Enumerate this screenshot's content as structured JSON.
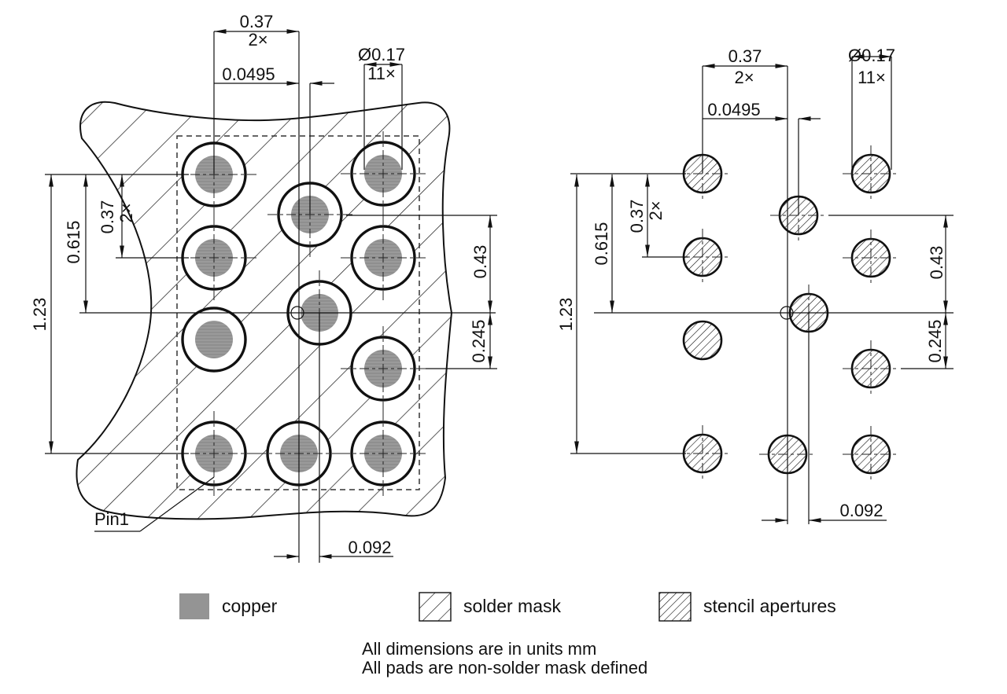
{
  "dims": {
    "col_pitch": "0.37",
    "col_pitch_qty": "2×",
    "aperture_dia": "Ø0.17",
    "aperture_qty": "11×",
    "top_offset": "0.0495",
    "row_pitch": "0.37",
    "row_pitch_qty": "2×",
    "half_span": "0.615",
    "full_span": "1.23",
    "upper_offset": "0.43",
    "lower_offset": "0.245",
    "bottom_offset": "0.092"
  },
  "labels": {
    "pin1": "Pin1"
  },
  "legend": {
    "copper_color": "#949494",
    "items": [
      {
        "label": "copper"
      },
      {
        "label": "solder mask"
      },
      {
        "label": "stencil apertures"
      }
    ]
  },
  "notes": {
    "line1": "All dimensions are in units mm",
    "line2": "All pads are non-solder mask defined"
  }
}
